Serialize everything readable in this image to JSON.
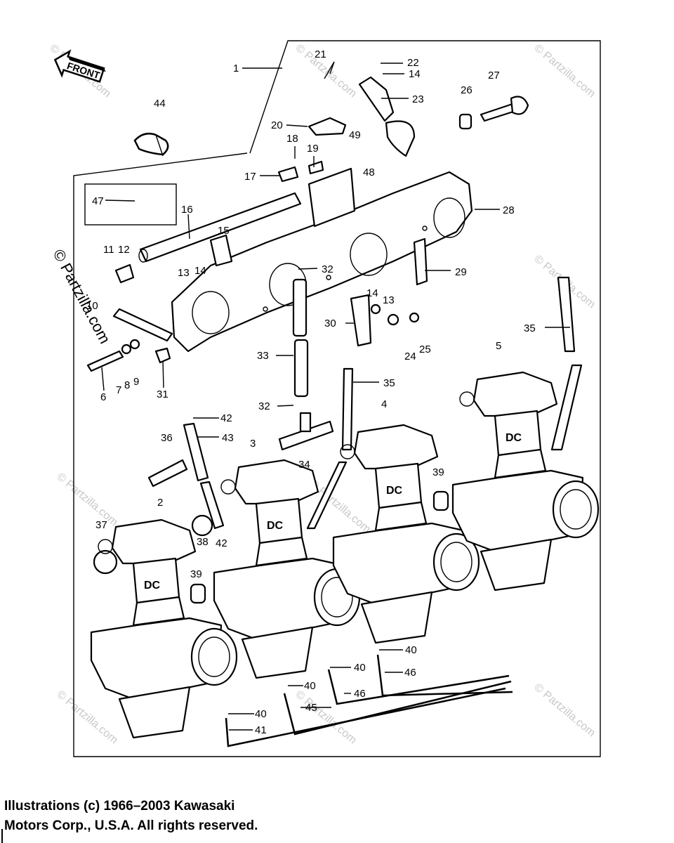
{
  "diagram": {
    "front_arrow": "FRONT",
    "carb_badge": "DC",
    "watermark": "© Partzilla.com",
    "callouts": [
      "1",
      "2",
      "3",
      "4",
      "5",
      "6",
      "7",
      "8",
      "9",
      "10",
      "11",
      "12",
      "13",
      "14",
      "15",
      "16",
      "17",
      "18",
      "19",
      "20",
      "21",
      "22",
      "23",
      "24",
      "25",
      "26",
      "27",
      "28",
      "29",
      "30",
      "31",
      "32",
      "33",
      "34",
      "35",
      "36",
      "37",
      "38",
      "39",
      "40",
      "41",
      "42",
      "43",
      "44",
      "45",
      "46",
      "47",
      "48",
      "49"
    ]
  },
  "footer": {
    "line1": "Illustrations (c) 1966–2003 Kawasaki",
    "line2": "Motors Corp., U.S.A.  All rights reserved."
  }
}
